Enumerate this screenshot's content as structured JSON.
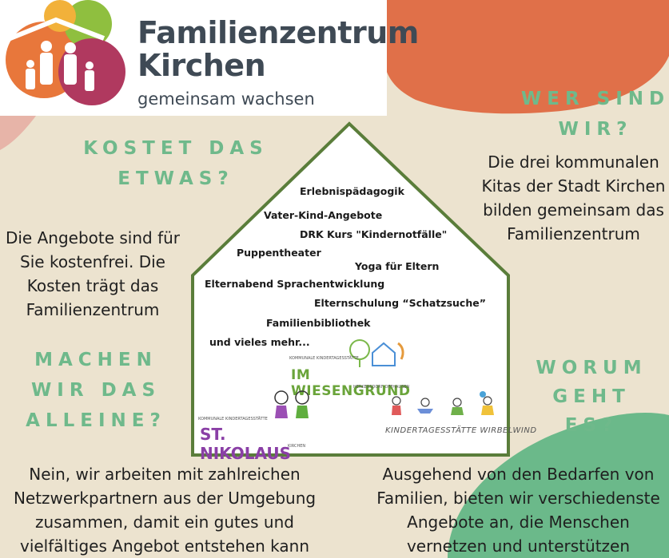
{
  "logo": {
    "title_line1": "Familienzentrum",
    "title_line2": "Kirchen",
    "tagline": "gemeinsam wachsen"
  },
  "sections": {
    "kostet": {
      "heading_line1": "KOSTET DAS",
      "heading_line2": "ETWAS?",
      "text": [
        "Die Angebote sind für",
        "Sie kostenfrei. Die",
        "Kosten trägt das",
        "Familienzentrum"
      ]
    },
    "wer": {
      "heading_line1": "WER SIND",
      "heading_line2": "WIR?",
      "text": [
        "Die drei kommunalen",
        "Kitas der Stadt Kirchen",
        "bilden gemeinsam das",
        "Familienzentrum"
      ]
    },
    "machen": {
      "heading_line1": "MACHEN",
      "heading_line2": "WIR DAS",
      "heading_line3": "ALLEINE?",
      "text": [
        "Nein, wir arbeiten mit zahlreichen",
        "Netzwerkpartnern aus der Umgebung",
        "zusammen, damit ein gutes und",
        "vielfältiges Angebot entstehen kann"
      ]
    },
    "worum": {
      "heading_line1": "WORUM",
      "heading_line2": "GEHT",
      "heading_line3": "ES?",
      "text": [
        "Ausgehend von den Bedarfen von",
        "Familien, bieten wir verschiedenste",
        "Angebote an, die Menschen",
        "vernetzen und unterstützen"
      ]
    }
  },
  "offers": [
    "Erlebnispädagogik",
    "Vater-Kind-Angebote",
    "DRK Kurs \"Kindernotfälle\"",
    "Puppentheater",
    "Yoga für Eltern",
    "Elternabend Sprachentwicklung",
    "Elternschulung “Schatzsuche”",
    "Familienbibliothek",
    "und vieles mehr..."
  ],
  "kitas": {
    "wiesengrund_small": "KOMMUNALE KINDERTAGESSTÄTTE",
    "wiesengrund_name": "IM WIESENGRUND",
    "wiesengrund_place": "HERKERSDORF-OFFHAUSEN",
    "nikolaus_small": "KOMMUNALE KINDERTAGESSTÄTTE",
    "nikolaus_name": "ST. NIKOLAUS",
    "nikolaus_place": "KIRCHEN",
    "wirbelwind_name": "KINDERTAGESSTÄTTE WIRBELWIND"
  },
  "colors": {
    "background": "#ece3cf",
    "heading": "#6fb98b",
    "house_outline": "#5a7d3a",
    "orange_blob": "#e07049",
    "green_blob": "#6bb98a",
    "logo_text": "#3f4a55"
  }
}
